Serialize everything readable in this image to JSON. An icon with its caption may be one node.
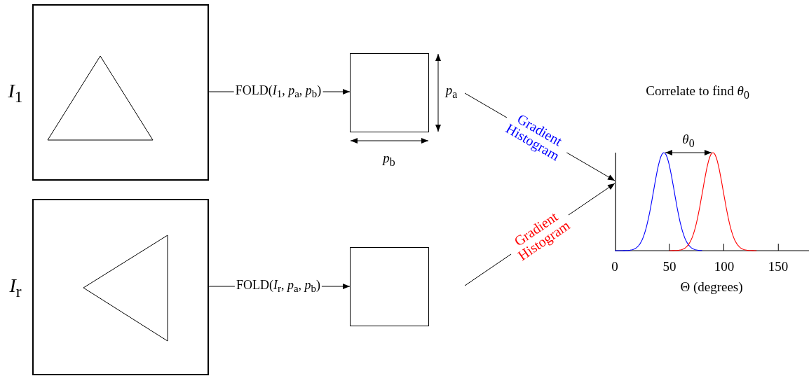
{
  "diagram": {
    "nodes": [
      {
        "text": [],
        "shape": "picture",
        "beside": [
          "*I*$_{1}$"
        ]
      },
      {
        "text": [],
        "shape": "picture",
        "beside": [
          "*I*$_{r}$"
        ]
      },
      {
        "text": [],
        "shape": "box"
      },
      {
        "text": [],
        "shape": "box"
      },
      {
        "text": [],
        "shape": "picture",
        "beside": [
          "Correlate to find *θ*$_{0}$"
        ]
      }
    ],
    "edges": [
      {
        "from": 0,
        "to": 2,
        "arrow": "to",
        "label": "FOLD(*I*$_{1}$, *p*$_{a}$, *p*$_{b}$)"
      },
      {
        "from": 1,
        "to": 3,
        "arrow": "to",
        "label": "FOLD(*I*$_{r}$, *p*$_{a}$, *p*$_{b}$)"
      },
      {
        "from": null,
        "to": 4,
        "arrow": "to",
        "label": "Gradient Histogram"
      },
      {
        "from": null,
        "to": 4,
        "arrow": "to",
        "label": "Gradient Histogram"
      }
    ],
    "labels": [
      "*p*$_{a}$",
      "*p*$_{b}$",
      "*θ*$_{0}$",
      "0",
      "50",
      "100",
      "150",
      "Θ (degrees)"
    ]
  }
}
